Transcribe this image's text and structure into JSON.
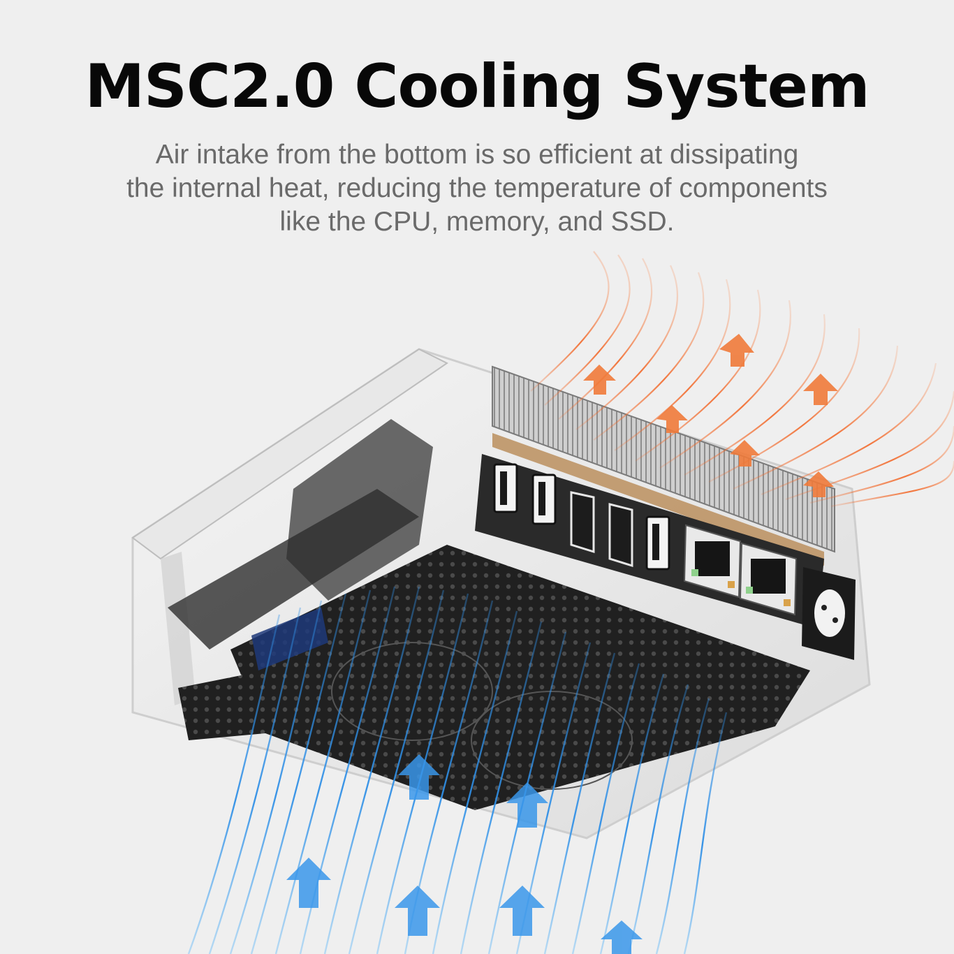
{
  "headline": "MSC2.0 Cooling System",
  "description": {
    "line1": "Air intake from the bottom is so efficient at dissipating",
    "line2": "the internal heat, reducing the temperature of components",
    "line3": "like the CPU, memory, and SSD."
  },
  "colors": {
    "background": "#efefef",
    "headline": "#080808",
    "description": "#6a6a6a",
    "hot_air": "#f2692a",
    "cool_air": "#2f8fe6"
  },
  "illustration": {
    "subject": "mini-pc",
    "port_icons": [
      "usb-port-icon",
      "usb-port-icon",
      "hdmi-port-icon",
      "hdmi-port-icon",
      "usb-port-icon",
      "ethernet-port-icon",
      "ethernet-port-icon",
      "power-socket-icon"
    ]
  }
}
